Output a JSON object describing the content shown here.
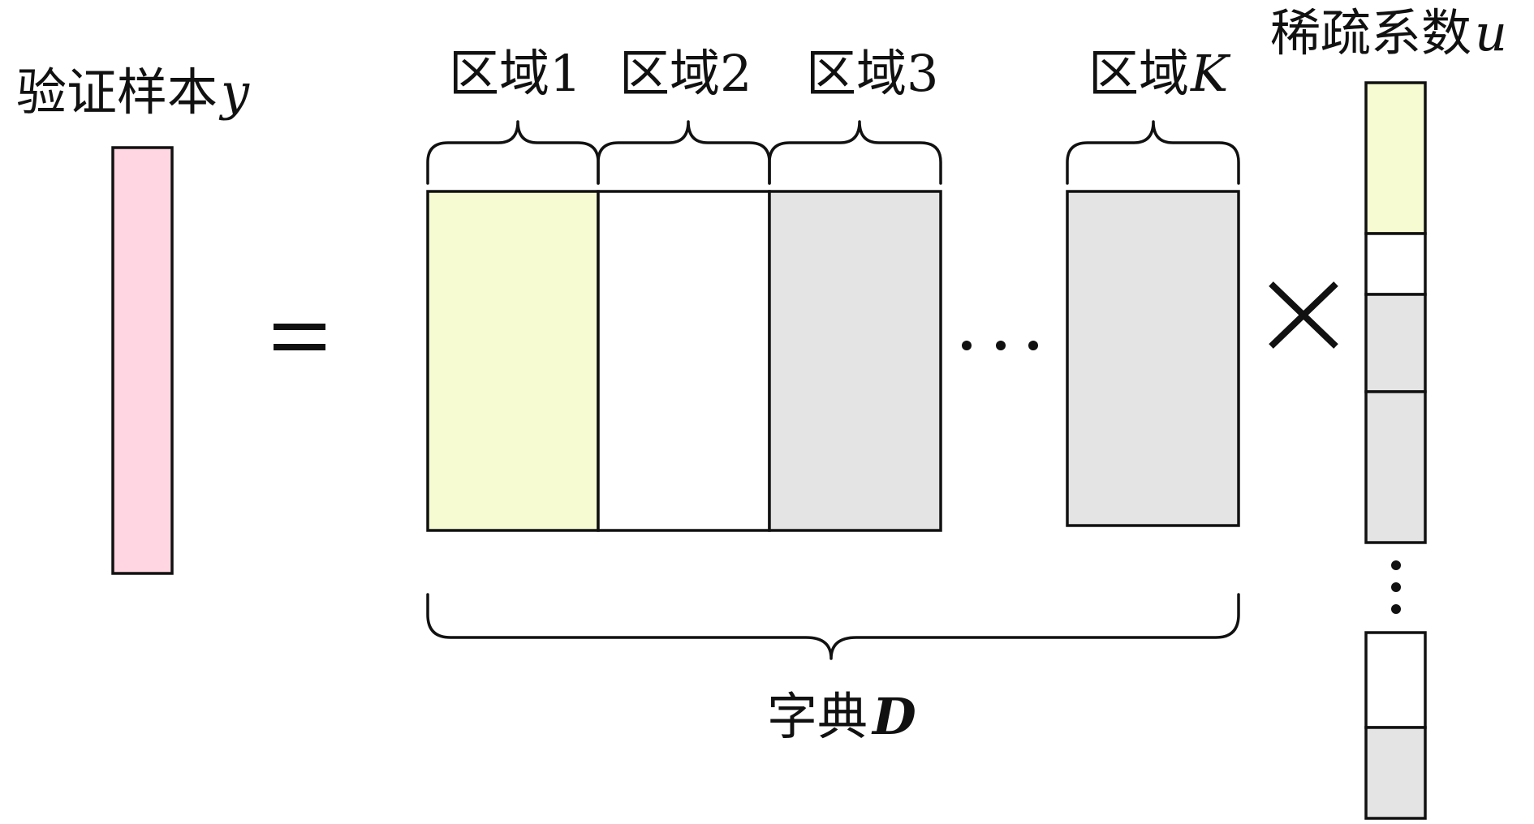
{
  "labels": {
    "sample": "验证样本",
    "sample_var": "y",
    "equals": "=",
    "times": "×",
    "dictionary": "字典",
    "dictionary_var": "D",
    "coefficients": "稀疏系数",
    "coefficients_var": "u"
  },
  "regions": [
    {
      "name": "区域",
      "index": "1"
    },
    {
      "name": "区域",
      "index": "2"
    },
    {
      "name": "区域",
      "index": "3"
    },
    {
      "name": "区域",
      "index": "K"
    }
  ],
  "colors": {
    "sample_fill": "#ffd6e1",
    "region1_fill": "#f7fbd2",
    "region2_fill": "#ffffff",
    "region3_fill": "#e4e4e4",
    "regionK_fill": "#e4e4e4",
    "stroke": "#111111"
  },
  "coefficient_cells": [
    "#f7fbd2",
    "#ffffff",
    "#e4e4e4",
    "#e4e4e4",
    "#ffffff",
    "#e4e4e4"
  ]
}
